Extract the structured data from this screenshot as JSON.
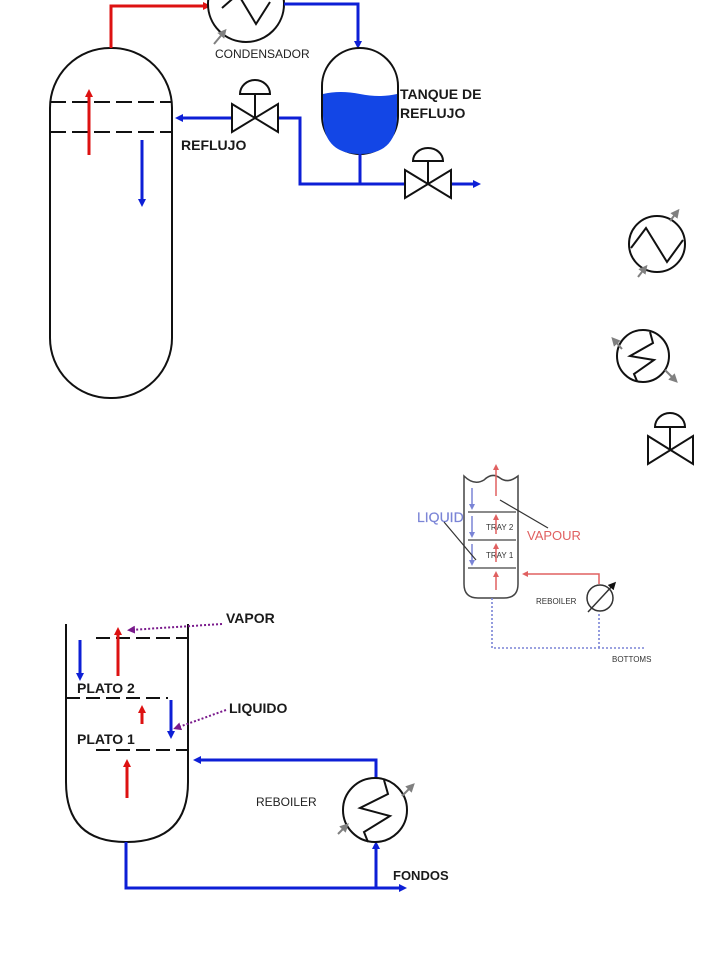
{
  "colors": {
    "vapor": "#dd1111",
    "liquid": "#0d1fd6",
    "tank_fill": "#1346e6",
    "outline": "#111111",
    "dotted": "#7a1a8c",
    "gray_arrow": "#808080"
  },
  "labels": {
    "condensador": "CONDENSADOR",
    "tanque": [
      "TANQUE DE",
      "REFLUJO"
    ],
    "reflujo": "REFLUJO",
    "vapor": "VAPOR",
    "plato2": "PLATO 2",
    "liquido": "LIQUIDO",
    "plato1": "PLATO 1",
    "reboiler": "REBOILER",
    "fondos": "FONDOS"
  },
  "small_diagram": {
    "liquid": "LIQUID",
    "vapour": "VAPOUR",
    "tray2": "TRAY 2",
    "tray1": "TRAY 1",
    "reboiler": "REBOILER",
    "bottoms": "BOTTOMS"
  },
  "icons": [
    "heat-exchanger-icon",
    "condenser-coil-icon",
    "control-valve-icon"
  ]
}
